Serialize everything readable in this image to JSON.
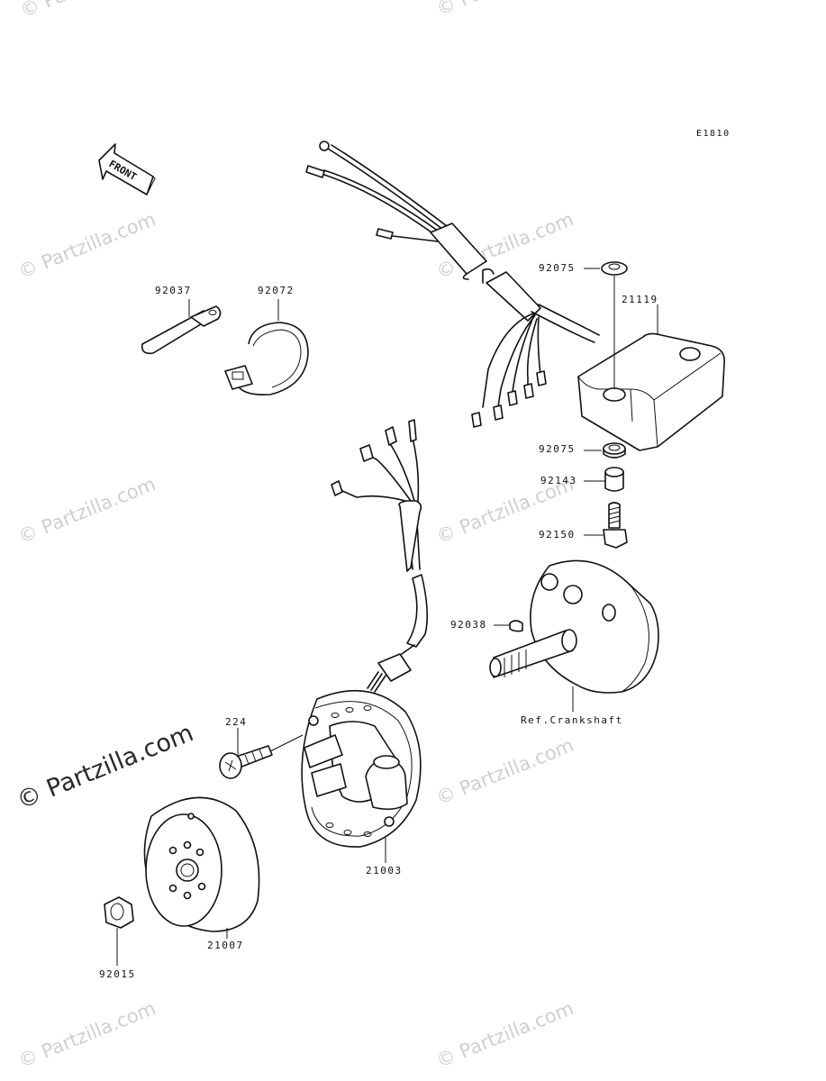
{
  "diagram": {
    "code": "E1810",
    "front_label": "FRONT",
    "labels": {
      "p92037": "92037",
      "p92072": "92072",
      "p92075_top": "92075",
      "p21119": "21119",
      "p92075_bottom": "92075",
      "p92143": "92143",
      "p92150": "92150",
      "p92038": "92038",
      "ref_crankshaft": "Ref.Crankshaft",
      "p224": "224",
      "p21003": "21003",
      "p92015": "92015",
      "p21007": "21007"
    }
  },
  "watermark": {
    "text": "© Partzilla.com"
  }
}
